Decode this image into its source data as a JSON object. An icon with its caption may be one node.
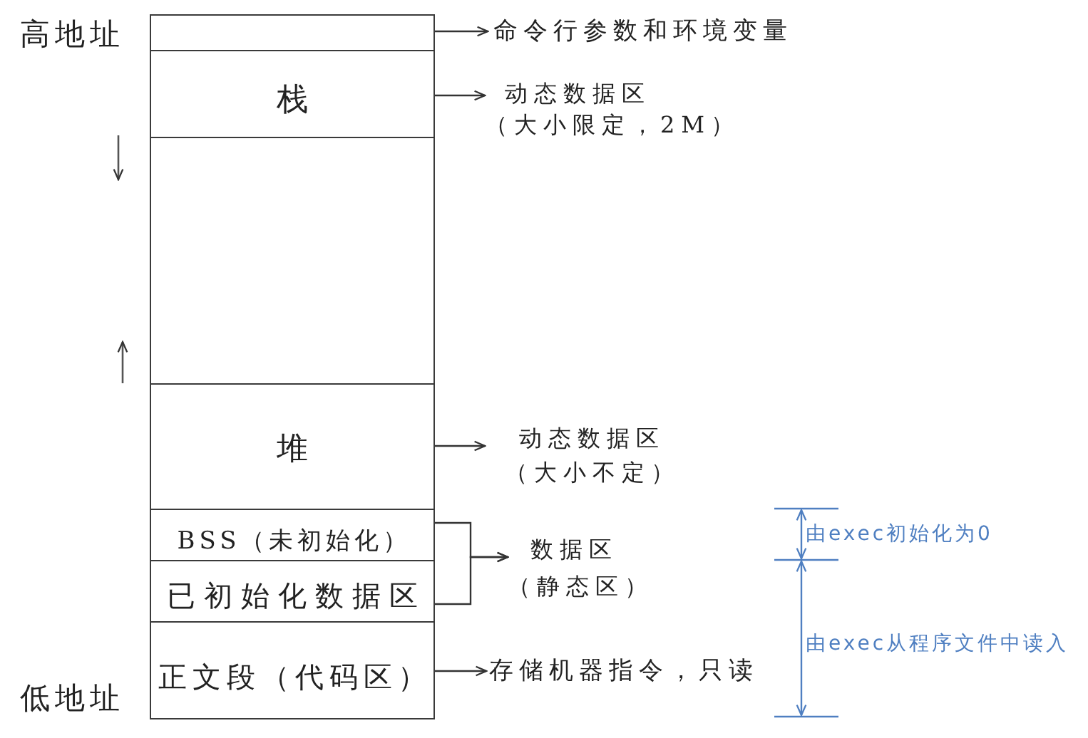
{
  "diagram": {
    "nodes": [
      {
        "text": [],
        "shape": "box"
      },
      {
        "text": [
          "栈"
        ]
      },
      {
        "text": [],
        "shape": "box"
      },
      {
        "text": [
          "堆"
        ]
      },
      {
        "text": [
          "BSS（未初始化）"
        ]
      },
      {
        "text": [
          "已初始化数据区"
        ]
      },
      {
        "text": [
          "正文段（代码区）"
        ]
      },
      {
        "text": [
          "命令行参数和环境变量"
        ]
      },
      {
        "text": [
          "动态数据区",
          "（大小限定，2M）"
        ]
      },
      {
        "text": [
          "动态数据区",
          "（大小不定）"
        ]
      },
      {
        "text": [
          "数据区",
          "（静态区）"
        ]
      },
      {
        "text": [
          "存储机器指令，只读"
        ]
      }
    ],
    "edges": [
      {
        "from": 0,
        "to": 7,
        "arrow": "to"
      },
      {
        "from": 1,
        "to": 8,
        "arrow": "to"
      },
      {
        "from": 3,
        "to": 9,
        "arrow": "to"
      },
      {
        "from": 4,
        "to": 10,
        "arrow": "to"
      },
      {
        "from": 5,
        "to": 10,
        "arrow": "to"
      },
      {
        "from": 6,
        "to": 11,
        "arrow": "to"
      }
    ],
    "labels": [
      "高地址",
      "由exec初始化为0",
      "由exec从程序文件中读入",
      "低地址"
    ]
  }
}
